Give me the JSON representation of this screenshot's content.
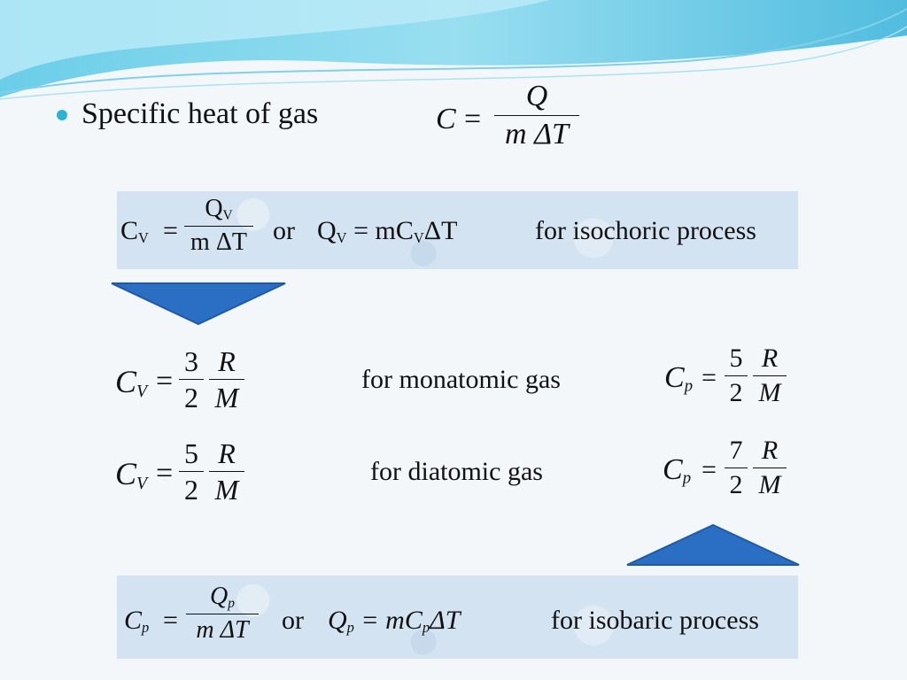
{
  "bullet": "Specific heat of gas",
  "main_formula": {
    "lhs": "C",
    "op": "=",
    "num": "Q",
    "den": "m ΔT"
  },
  "box_top": {
    "lhs": "C",
    "lhs_sub": "V",
    "op": "=",
    "num": "Q",
    "num_sub": "V",
    "den": "m ΔT",
    "or": "or",
    "eq2_lhs": "Q",
    "eq2_lhs_sub": "V",
    "eq2_rhs": "= mC",
    "eq2_rhs_sub": "V",
    "eq2_tail": "ΔT",
    "label": "for  isochoric process"
  },
  "row1": {
    "left": {
      "lhs": "C",
      "sub": "V",
      "op": "=",
      "num1": "3",
      "den1": "2",
      "num2": "R",
      "den2": "M"
    },
    "label": "for monatomic gas",
    "right": {
      "lhs": "C",
      "sub": "p",
      "op": "=",
      "num1": "5",
      "den1": "2",
      "num2": "R",
      "den2": "M"
    }
  },
  "row2": {
    "left": {
      "lhs": "C",
      "sub": "V",
      "op": "=",
      "num1": "5",
      "den1": "2",
      "num2": "R",
      "den2": "M"
    },
    "label": "for diatomic gas",
    "right": {
      "lhs": "C",
      "sub": "p",
      "op": "=",
      "num1": "7",
      "den1": "2",
      "num2": "R",
      "den2": "M"
    }
  },
  "box_bottom": {
    "lhs": "C",
    "lhs_sub": "p",
    "op": "=",
    "num": "Q",
    "num_sub": "p",
    "den": "m ΔT",
    "or": "or",
    "eq2_lhs": "Q",
    "eq2_lhs_sub": "p",
    "eq2_rhs": "= mC",
    "eq2_rhs_sub": "p",
    "eq2_tail": "ΔT",
    "label": "for isobaric process"
  },
  "colors": {
    "arrow": "#2a6fc4",
    "arrow_edge": "#1e5aa8",
    "box": "#d3e3f1",
    "bullet": "#2bb3d4"
  }
}
